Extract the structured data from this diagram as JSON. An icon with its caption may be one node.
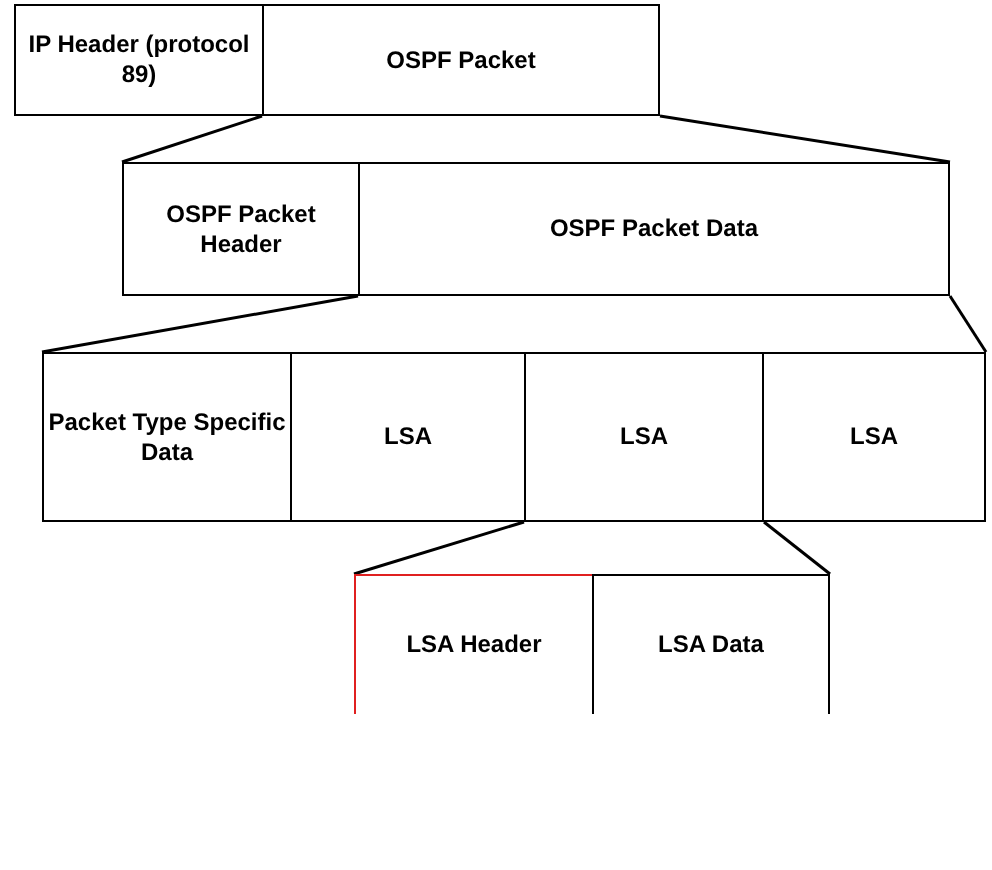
{
  "diagram": {
    "nodes": [
      {
        "text": [
          "IP Header (protocol 89)"
        ]
      },
      {
        "text": [
          "OSPF Packet"
        ]
      },
      {
        "text": [
          "OSPF Packet Header"
        ]
      },
      {
        "text": [
          "OSPF Packet Data"
        ]
      },
      {
        "text": [
          "Packet Type Specific Data"
        ]
      },
      {
        "text": [
          "LSA"
        ]
      },
      {
        "text": [
          "LSA"
        ]
      },
      {
        "text": [
          "LSA"
        ]
      },
      {
        "text": [
          "LSA Header"
        ]
      },
      {
        "text": [
          "LSA Data"
        ]
      }
    ],
    "edges": [
      {
        "from": 1,
        "to": 2,
        "arrow": "none"
      },
      {
        "from": 1,
        "to": 3,
        "arrow": "none"
      },
      {
        "from": 3,
        "to": 4,
        "arrow": "none"
      },
      {
        "from": 3,
        "to": 7,
        "arrow": "none"
      },
      {
        "from": 6,
        "to": 8,
        "arrow": "none"
      },
      {
        "from": 6,
        "to": 9,
        "arrow": "none"
      }
    ]
  }
}
